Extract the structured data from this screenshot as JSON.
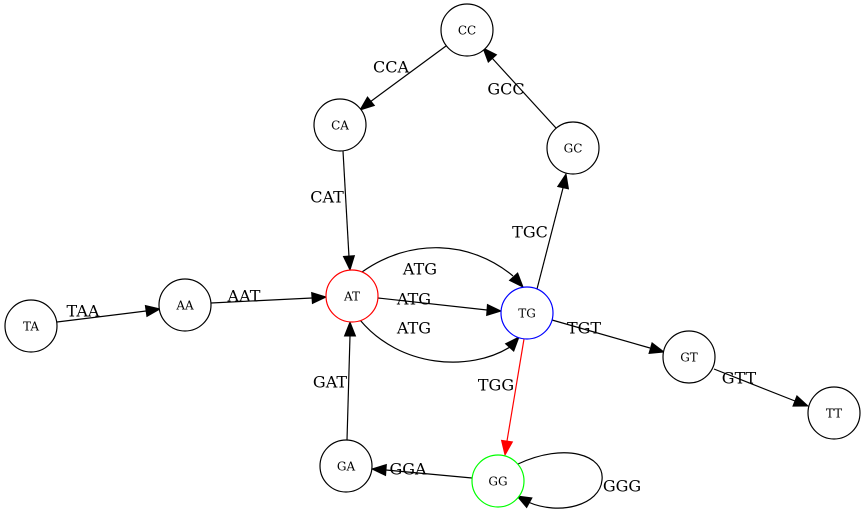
{
  "graph": {
    "nodes": [
      {
        "id": "TA",
        "label": "TA",
        "color": "#000000"
      },
      {
        "id": "AA",
        "label": "AA",
        "color": "#000000"
      },
      {
        "id": "AT",
        "label": "AT",
        "color": "#ff0000"
      },
      {
        "id": "TG",
        "label": "TG",
        "color": "#0000ff"
      },
      {
        "id": "CA",
        "label": "CA",
        "color": "#000000"
      },
      {
        "id": "CC",
        "label": "CC",
        "color": "#000000"
      },
      {
        "id": "GC",
        "label": "GC",
        "color": "#000000"
      },
      {
        "id": "GT",
        "label": "GT",
        "color": "#000000"
      },
      {
        "id": "TT",
        "label": "TT",
        "color": "#000000"
      },
      {
        "id": "GA",
        "label": "GA",
        "color": "#000000"
      },
      {
        "id": "GG",
        "label": "GG",
        "color": "#00ff00"
      }
    ],
    "edges": [
      {
        "id": "TA-AA",
        "from": "TA",
        "to": "AA",
        "label": "TAA",
        "color": "#000000"
      },
      {
        "id": "AA-AT",
        "from": "AA",
        "to": "AT",
        "label": "AAT",
        "color": "#000000"
      },
      {
        "id": "AT-TG-top",
        "from": "AT",
        "to": "TG",
        "label": "ATG",
        "color": "#000000"
      },
      {
        "id": "AT-TG-mid",
        "from": "AT",
        "to": "TG",
        "label": "ATG",
        "color": "#000000"
      },
      {
        "id": "AT-TG-bot",
        "from": "AT",
        "to": "TG",
        "label": "ATG",
        "color": "#000000"
      },
      {
        "id": "CC-CA",
        "from": "CC",
        "to": "CA",
        "label": "CCA",
        "color": "#000000"
      },
      {
        "id": "CA-AT",
        "from": "CA",
        "to": "AT",
        "label": "CAT",
        "color": "#000000"
      },
      {
        "id": "GC-CC",
        "from": "GC",
        "to": "CC",
        "label": "GCC",
        "color": "#000000"
      },
      {
        "id": "TG-GC",
        "from": "TG",
        "to": "GC",
        "label": "TGC",
        "color": "#000000"
      },
      {
        "id": "TG-GT",
        "from": "TG",
        "to": "GT",
        "label": "TGT",
        "color": "#000000"
      },
      {
        "id": "GT-TT",
        "from": "GT",
        "to": "TT",
        "label": "GTT",
        "color": "#000000"
      },
      {
        "id": "TG-GG",
        "from": "TG",
        "to": "GG",
        "label": "TGG",
        "color": "#ff0000"
      },
      {
        "id": "GG-GA",
        "from": "GG",
        "to": "GA",
        "label": "GGA",
        "color": "#000000"
      },
      {
        "id": "GA-AT",
        "from": "GA",
        "to": "AT",
        "label": "GAT",
        "color": "#000000"
      },
      {
        "id": "GG-GG",
        "from": "GG",
        "to": "GG",
        "label": "GGG",
        "color": "#000000"
      }
    ]
  }
}
